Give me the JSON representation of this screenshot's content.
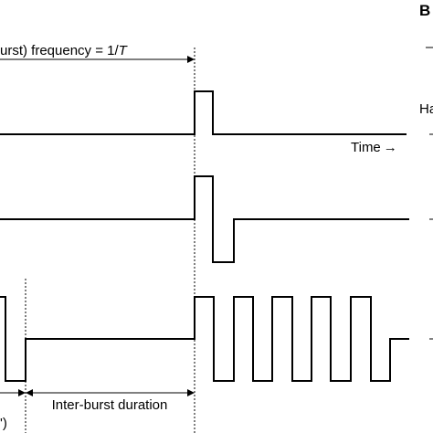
{
  "labels": {
    "frequency_prefix": "urst) frequency = 1/",
    "frequency_symbol": "T",
    "time_axis": "Time",
    "time_arrow": "→",
    "inter_burst": "Inter-burst duration",
    "panel_letter": "B",
    "partial_ha": "Ha",
    "partial_paren": "')"
  },
  "colors": {
    "ink": "#000000",
    "background": "#ffffff"
  }
}
